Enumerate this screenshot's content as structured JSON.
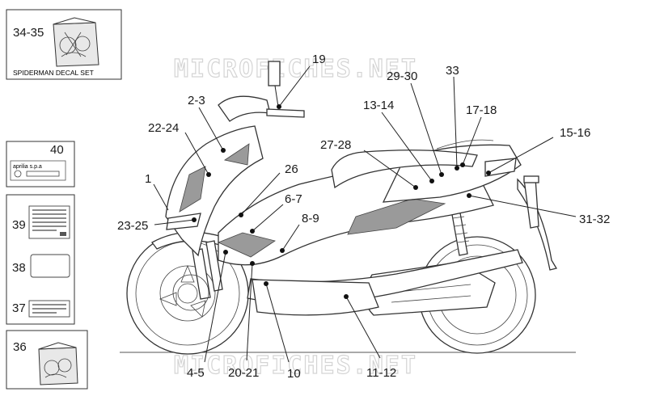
{
  "watermark": "MICROFICHES.NET",
  "decal_set": {
    "ref": "34-35",
    "caption": "SPIDERMAN DECAL SET"
  },
  "panels": [
    {
      "ref": "40",
      "brand": "aprilia s.p.a"
    },
    {
      "ref": "39"
    },
    {
      "ref": "38"
    },
    {
      "ref": "37"
    },
    {
      "ref": "36"
    }
  ],
  "callouts": [
    "19",
    "2-3",
    "22-24",
    "1",
    "23-25",
    "26",
    "6-7",
    "8-9",
    "29-30",
    "33",
    "13-14",
    "17-18",
    "27-28",
    "15-16",
    "31-32",
    "4-5",
    "20-21",
    "10",
    "11-12"
  ]
}
